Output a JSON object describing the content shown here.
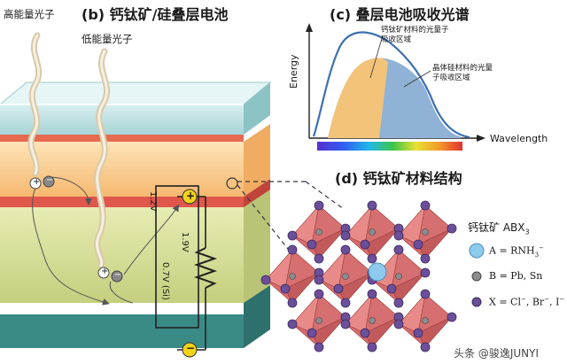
{
  "cell_panel": {
    "title": "(b) 钙钛矿/硅叠层电池",
    "high_photon_label": "高能量光子",
    "low_photon_label": "低能量光子",
    "voltage_top": "1.2V",
    "voltage_total": "1.9V",
    "voltage_bottom": "0.7V (Si)",
    "plus_symbol": "+",
    "minus_symbol": "−"
  },
  "spectrum_panel": {
    "title": "(c) 叠层电池吸收光谱",
    "y_axis_label": "Energy",
    "x_axis_label": "Wavelength",
    "perovskite_region_label": "钙钛矿材料的光量子吸收区域",
    "silicon_region_label": "晶体硅材料的光量子吸收区域",
    "colors": {
      "curve": "#3d6fb0",
      "perovskite_fill": "#f3c37a",
      "silicon_fill": "#8fb2d6"
    }
  },
  "structure_panel": {
    "title": "(d) 钙钛矿材料结构",
    "formula_text": "钙钛矿 ABX",
    "formula_subscript": "3",
    "legend": [
      {
        "label": "A = RNH",
        "sub": "3",
        "sup": "−",
        "color": "#8ec9ee"
      },
      {
        "label": "B = Pb, Sn",
        "sub": "",
        "sup": "",
        "color": "#8c8c8c"
      },
      {
        "label": "X = Cl",
        "sub": "",
        "sup": "−",
        "tail": ", Br",
        "tail_sup": "−",
        "tail2": ", I",
        "tail2_sup": "−",
        "color": "#6b4f9a"
      }
    ]
  },
  "watermark": "头条 @骏逸JUNYI"
}
